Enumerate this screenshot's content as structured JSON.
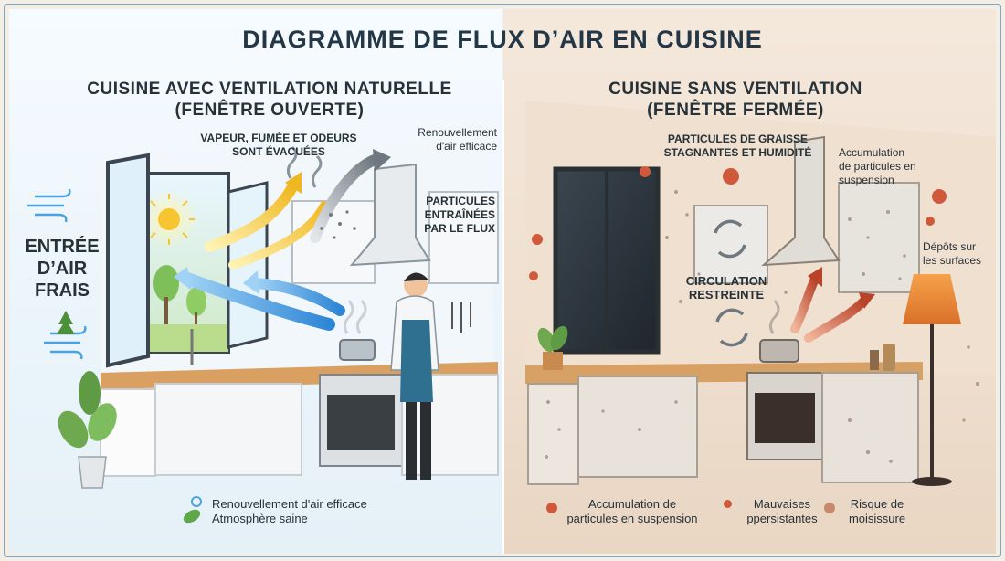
{
  "title": "DIAGRAMME DE FLUX D’AIR EN CUISINE",
  "left": {
    "heading_line1": "CUISINE AVEC VENTILATION NATURELLE",
    "heading_line2": "(FENÊTRE OUVERTE)",
    "steam_line1": "VAPEUR, FUMÉE ET ODEURS",
    "steam_line2": "SONT ÉVACUÉES",
    "renewal_line1": "Renouvellement",
    "renewal_line2": "d'air efficace",
    "particles_line1": "PARTICULES",
    "particles_line2": "ENTRAÎNÉES",
    "particles_line3": "PAR LE FLUX",
    "fresh_line1": "ENTRÉE",
    "fresh_line2": "D’AIR",
    "fresh_line3": "FRAIS",
    "legend_line1": "Renouvellement d'air efficace",
    "legend_line2": "Atmosphère saine"
  },
  "right": {
    "heading_line1": "CUISINE SANS VENTILATION",
    "heading_line2": "(FENÊTRE FERMÉE)",
    "grease_line1": "PARTICULES DE GRAISSE",
    "grease_line2": "STAGNANTES ET HUMIDITÉ",
    "accum_line1": "Accumulation",
    "accum_line2": "de particules en",
    "accum_line3": "suspension",
    "deposits_line1": "Dépôts sur",
    "deposits_line2": "les surfaces",
    "circ_line1": "CIRCULATION",
    "circ_line2": "RESTREINTE",
    "legend": [
      {
        "line1": "Accumulation de",
        "line2": "particules en suspension"
      },
      {
        "line1": "Mauvaises",
        "line2": "ppersistantes"
      },
      {
        "line1": "Risque de",
        "line2": "moisissure"
      }
    ]
  },
  "colors": {
    "fresh_air": "#4aa3e0",
    "exhaust": "#f2c230",
    "stale": "#c0442b",
    "text": "#263238"
  }
}
